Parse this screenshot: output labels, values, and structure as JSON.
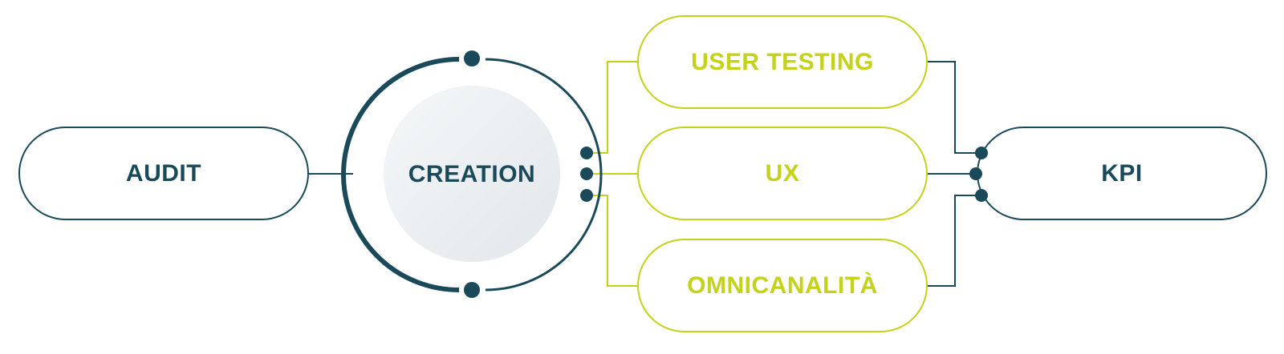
{
  "nodes": {
    "audit": "AUDIT",
    "creation": "CREATION",
    "user_testing": "USER TESTING",
    "ux": "UX",
    "omnicanalita": "OMNICANALITÀ",
    "kpi": "KPI"
  },
  "colors": {
    "dark": "#1a4a5a",
    "lime": "#c4d21a",
    "core_fill_light": "#f3f5f7",
    "core_fill_dark": "#e3e8ec"
  }
}
